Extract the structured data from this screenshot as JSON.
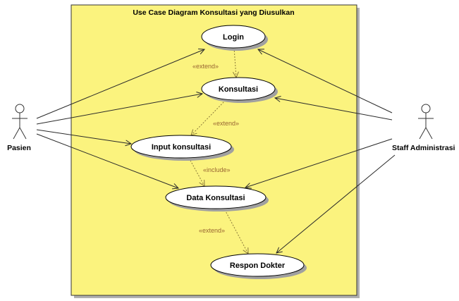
{
  "diagram": {
    "title": "Use Case Diagram Konsultasi yang Diusulkan",
    "colors": {
      "system_fill": "#fbf37e",
      "system_border": "#333333",
      "usecase_fill": "#ffffff",
      "association_line": "#2a2a2a",
      "dependency_line": "#8a7a3a",
      "stereotype_text": "#996633"
    },
    "actors": {
      "pasien": {
        "label": "Pasien"
      },
      "staff": {
        "label": "Staff Administrasi"
      }
    },
    "use_cases": {
      "login": {
        "label": "Login"
      },
      "konsultasi": {
        "label": "Konsultasi"
      },
      "input": {
        "label": "Input konsultasi"
      },
      "data": {
        "label": "Data Konsultasi"
      },
      "respon": {
        "label": "Respon Dokter"
      }
    },
    "relations": {
      "login_konsultasi": {
        "stereotype": "«extend»"
      },
      "konsultasi_input": {
        "stereotype": "«extend»"
      },
      "input_data": {
        "stereotype": "«include»"
      },
      "data_respon": {
        "stereotype": "«extend»"
      }
    }
  }
}
